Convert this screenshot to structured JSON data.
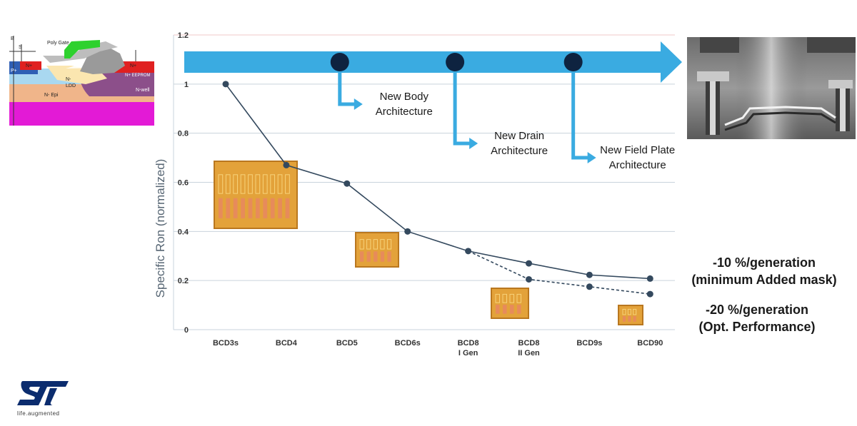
{
  "chart_data": {
    "type": "line",
    "ylabel": "Specific Ron (normalized)",
    "ylim": [
      0,
      1.2
    ],
    "yticks": [
      "0",
      "0.2",
      "0.4",
      "0.6",
      "0.8",
      "1",
      "1.2"
    ],
    "grid": "horizontal",
    "categories": [
      {
        "line1": "BCD3s",
        "line2": ""
      },
      {
        "line1": "BCD4",
        "line2": ""
      },
      {
        "line1": "BCD5",
        "line2": ""
      },
      {
        "line1": "BCD6s",
        "line2": ""
      },
      {
        "line1": "BCD8",
        "line2": "I Gen"
      },
      {
        "line1": "BCD8",
        "line2": "II Gen"
      },
      {
        "line1": "BCD9s",
        "line2": ""
      },
      {
        "line1": "BCD90",
        "line2": ""
      }
    ],
    "series": [
      {
        "name": "",
        "style": "solid",
        "color": "#34495e",
        "values": [
          1.0,
          0.67,
          0.595,
          0.4,
          0.32,
          0.27,
          0.223,
          0.208
        ]
      },
      {
        "name": "",
        "style": "dashed",
        "color": "#34495e",
        "values": [
          null,
          null,
          null,
          null,
          0.32,
          0.205,
          0.175,
          0.145
        ]
      }
    ],
    "milestones": [
      {
        "position": 2.0,
        "label_line1": "New Body",
        "label_line2": "Architecture"
      },
      {
        "position": 3.9,
        "label_line1": "New Drain",
        "label_line2": "Architecture"
      },
      {
        "position": 5.85,
        "label_line1": "New Field Plate",
        "label_line2": "Architecture"
      }
    ],
    "annotations": [
      {
        "line1": "-10 %/generation",
        "line2": "(minimum Added mask)"
      },
      {
        "line1": "-20 %/generation",
        "line2": "(Opt. Performance)"
      }
    ]
  },
  "cross_section": {
    "labels": [
      "Poly Gate",
      "B",
      "S",
      "P+",
      "N+",
      "N+",
      "N-",
      "LDD",
      "N+ EEPROM",
      "N-well",
      "N- Epi"
    ]
  },
  "brand": {
    "tagline": "life.augmented",
    "logo": "st-logo"
  },
  "colors": {
    "arrow": "#3aabe1",
    "arrow_dark": "#2694cf",
    "node": "#0e2340",
    "grid": "#c9d3dc",
    "line": "#34495e",
    "die": "#e3a23a"
  }
}
